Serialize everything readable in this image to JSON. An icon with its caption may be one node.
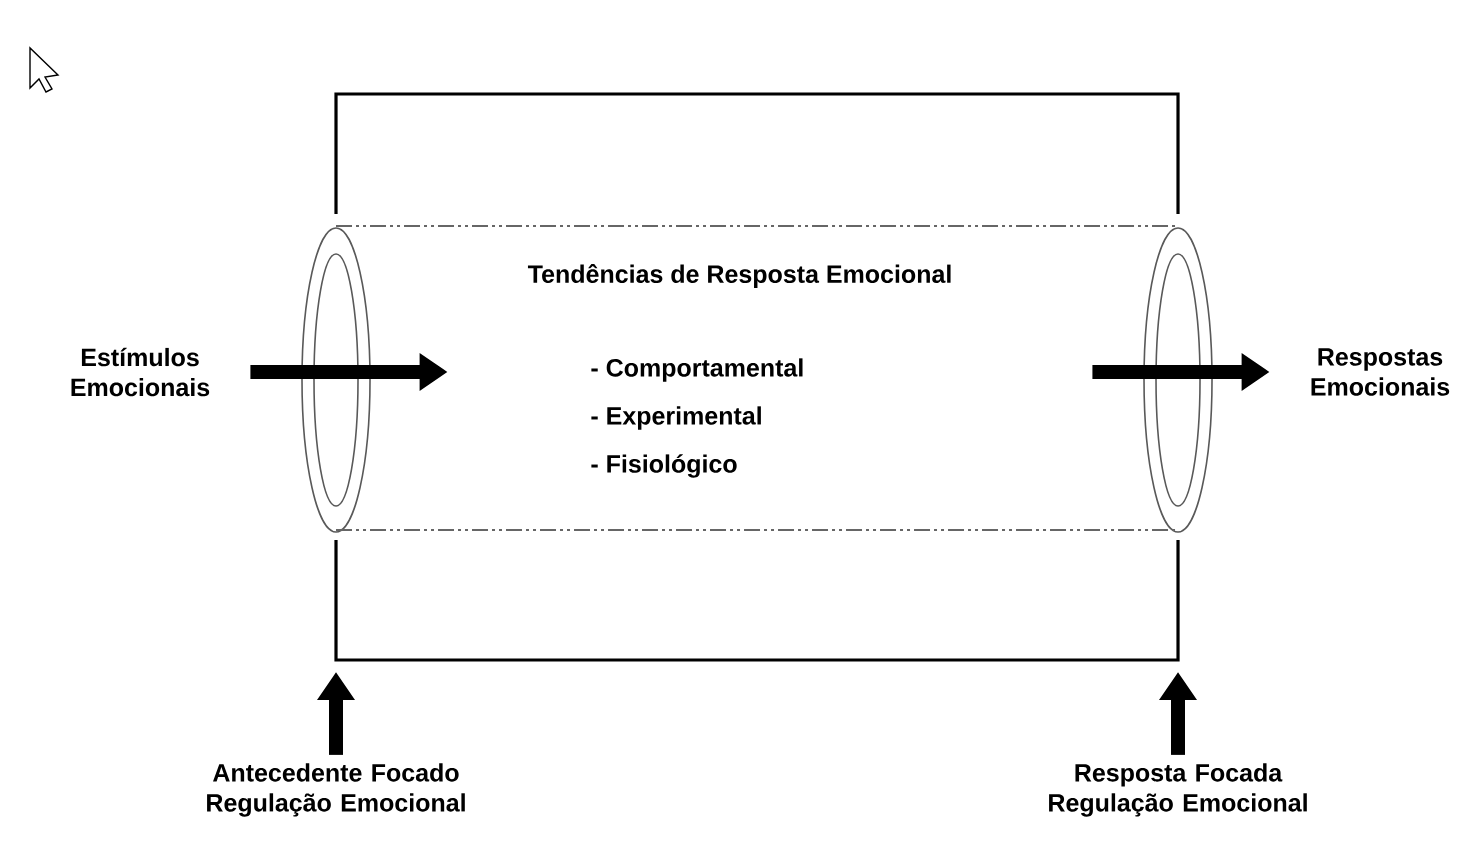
{
  "diagram": {
    "nodes": [
      {
        "text": [],
        "shape": "box"
      },
      {
        "text": [
          "Estímulos Emocionais"
        ]
      },
      {
        "text": [
          "Tendências de Resposta Emocional",
          "- Comportamental",
          "- Experimental",
          "- Fisiológico"
        ],
        "in": 0
      },
      {
        "text": [
          "Respostas Emocionais"
        ]
      },
      {
        "text": [
          "Antecedente Focado Regulação Emocional"
        ]
      },
      {
        "text": [
          "Resposta Focada Regulação Emocional"
        ]
      }
    ],
    "edges": [
      {
        "from": 1,
        "to": 2,
        "arrow": "to"
      },
      {
        "from": 2,
        "to": 3,
        "arrow": "to"
      },
      {
        "from": 4,
        "to": 0,
        "arrow": "to"
      },
      {
        "from": 5,
        "to": 0,
        "arrow": "to"
      }
    ]
  }
}
